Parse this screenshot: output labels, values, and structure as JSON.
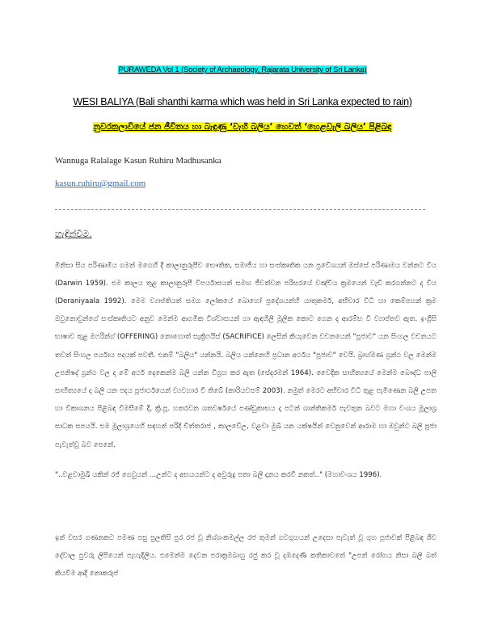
{
  "header": {
    "journal": "PURAWEDA Vol 1 (Society of Archaeology, Rajarata University of Sri Lanka)",
    "journal_highlight": "#00ffff"
  },
  "title": {
    "english": "WESI BALIYA  (Bali shanthi karma which was held in Sri Lanka expected to rain)",
    "sinhala": "නුවරකලාවියේ ජන ජීවිතය හා බැඳුණු ‘වැහි බලිය’ හෙවත් ‘හෙළවැලි බලිය’ පිළිබඳ",
    "sinhala_highlight": "#ffff00"
  },
  "author": {
    "name": "Wannuga Ralalage Kasun Ruhiru Madhusanka",
    "email": "kasun.ruhiru@gmail.com",
    "link_color": "#1f6fd1"
  },
  "divider": "-------------------------------------------------- ----- ----------------------------------------------------------------------------",
  "section": {
    "heading": "හැඳින්වීම.",
    "paragraphs": [
      "මිනිසා සිය පරිණාමීය ගමන් මගෙහි දී කාලානුරූපීව භෞතික, සමාජීය හා සංස්කෘතික යන ප්‍රවේශයන් ඔස්සේ පරිණාමය වන්නට විය (Darwin 1959). එම කාලය තුළ කාලානුරූපී විපර්යාසයන් සමඟ ජීවත්වන පරිසරයේ වඤ්චිය ක්‍රමයෙන් වැඩි කරගන්නට ද විය (Deraniyaala 1992). මෙම ව්‍යාප්තියත් සමග ලෝකයේ බොහෝ ප්‍රදේශයන්හි යාතුකර්ම, අභිචාර විධි හා කෙම්පහන් ක්‍රම ඔවුනොවුන්ගේ සංස්කෘතියට අනුව මෙන්ම ආගමික විශ්වාසයන් හා ඇඳහිලි මූලික කොට ගෙන ද ආරම්භ වී ව්‍යාප්තව ඇත. ඉංග්‍රීසි භාෂාව තුළ ඔෆරින්ග් (OFFERING) නොහොත් සැක්‍රිෆයිස් (SACRIFICE) ලෙසින් කියැවෙන වචනයෙන් \"පූජාව\" යන සිංහල වචනයට තවත් සිංහල පර්යාය පදයක් පවතී. එනම් \"බලිය\" යන්නයි. බලිය යන්නෙහි ප්‍රධාන අර්ථය \"පූජාව\" වෙයි. බ්‍රාහ්මණ ග්‍රන්ථ වල මෙන්ම උපනිෂද් ග්‍රන්ථ වල ද මේ අර්ථ දෙකෙන්ම බලි යන්න විග්‍රහ කර ඇත (සේදරමන් 1964). වෛදික සාහිත්‍යයේ මෙන්ම බෞද්ධ පාලි සාහිත්‍යයේ ද බලි යන පදය පූජාර්ථයෙන් ව්‍යවහාර වී තිබේ (කාරියවසම් 2003). නමුත් මෙරට අභිචාර විධි තුළ පැමිණෙන බලි උපත හා විකාශනය පිළිබඳ විමසීමේ දී, ක්‍රි.පූ. හතරවන ශතවර්ෂයේ පණ්ඩුකාභය දා පටන් ශාන්තිකර්ම පැවතුන බවට මහා වංශය මූලාශ්‍ර සාධක සපයයි. එම මූලාශ්‍රයෙහි සඳහන් පරිදි චිත්තරාජ , කාලවේල, වළවා මුඛී යන යක්ෂයින් වෙනුවෙන් ආරාම හා ඔවුන්ට බලි පූජා පැවැත්වූ බව පෙනේ.",
      "\"..වළවාමුඛී යකින් රජ් ගෙවුයන් ...උන්ට ද අභයයන්ට ද අවුරුදු පතා බලි දානය කරවී නකත්..\" (මහාවංශය 1996).",
      "ඉන් වසර ගණනකට පමණ පසු පුලතිසි පුර රජ වූ නිශ්ශංකමල්ල රජ තුමන් ගවගුහයන් උදෙසා පැවැත් වූ ගුහ පූජාවක් පිළිබඳ ශිව දේවාල පුවරු ලිපියෙන් පැහැදිලිය. එමෙන්ම දෙවන පරාක්‍රමබාහු රජු කර වූ දඹදෙණි කතිකාවතේ \"උපන් රෝගය නිසා බලි බත් කියවීම ආදී නොකරුප්"
    ]
  }
}
